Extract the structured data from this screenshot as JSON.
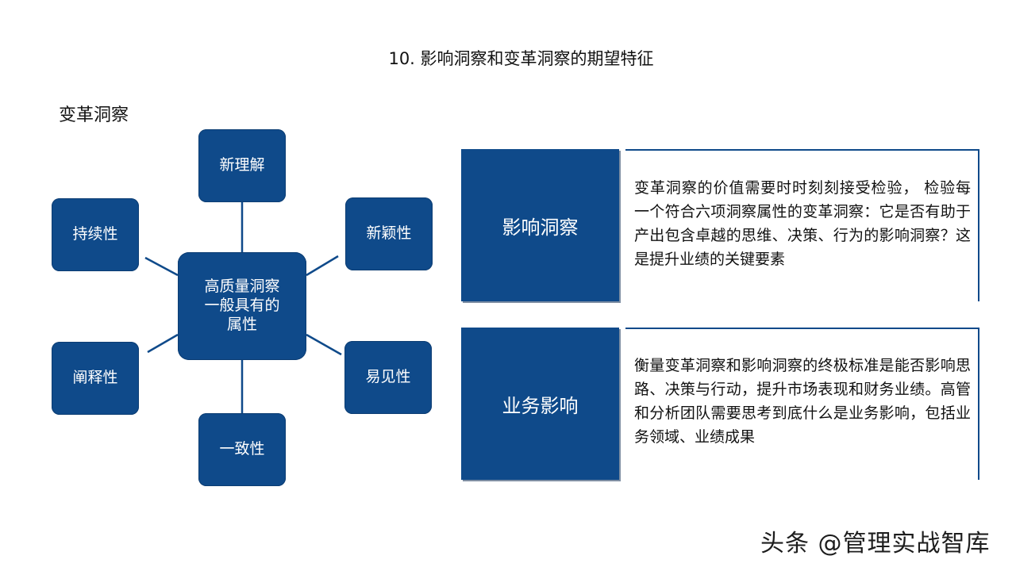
{
  "title": "10. 影响洞察和变革洞察的期望特征",
  "section_label": "变革洞察",
  "diagram": {
    "center": [
      "高质量洞察",
      "一般具有的",
      "属性"
    ],
    "nodes": {
      "top": "新理解",
      "top_right": "新颖性",
      "bottom_right": "易见性",
      "bottom": "一致性",
      "bottom_left": "阐释性",
      "top_left": "持续性"
    },
    "colors": {
      "box": "#0f4a8a",
      "line": "#0f4a8a"
    }
  },
  "panels": [
    {
      "label": "影响洞察",
      "text": "变革洞察的价值需要时时刻刻接受检验， 检验每一个符合六项洞察属性的变革洞察：它是否有助于产出包含卓越的思维、决策、行为的影响洞察？这是提升业绩的关键要素"
    },
    {
      "label": "业务影响",
      "text": "衡量变革洞察和影响洞察的终极标准是能否影响思路、决策与行动，提升市场表现和财务业绩。高管和分析团队需要思考到底什么是业务影响，包括业务领域、业绩成果"
    }
  ],
  "watermark": "头条 @管理实战智库"
}
